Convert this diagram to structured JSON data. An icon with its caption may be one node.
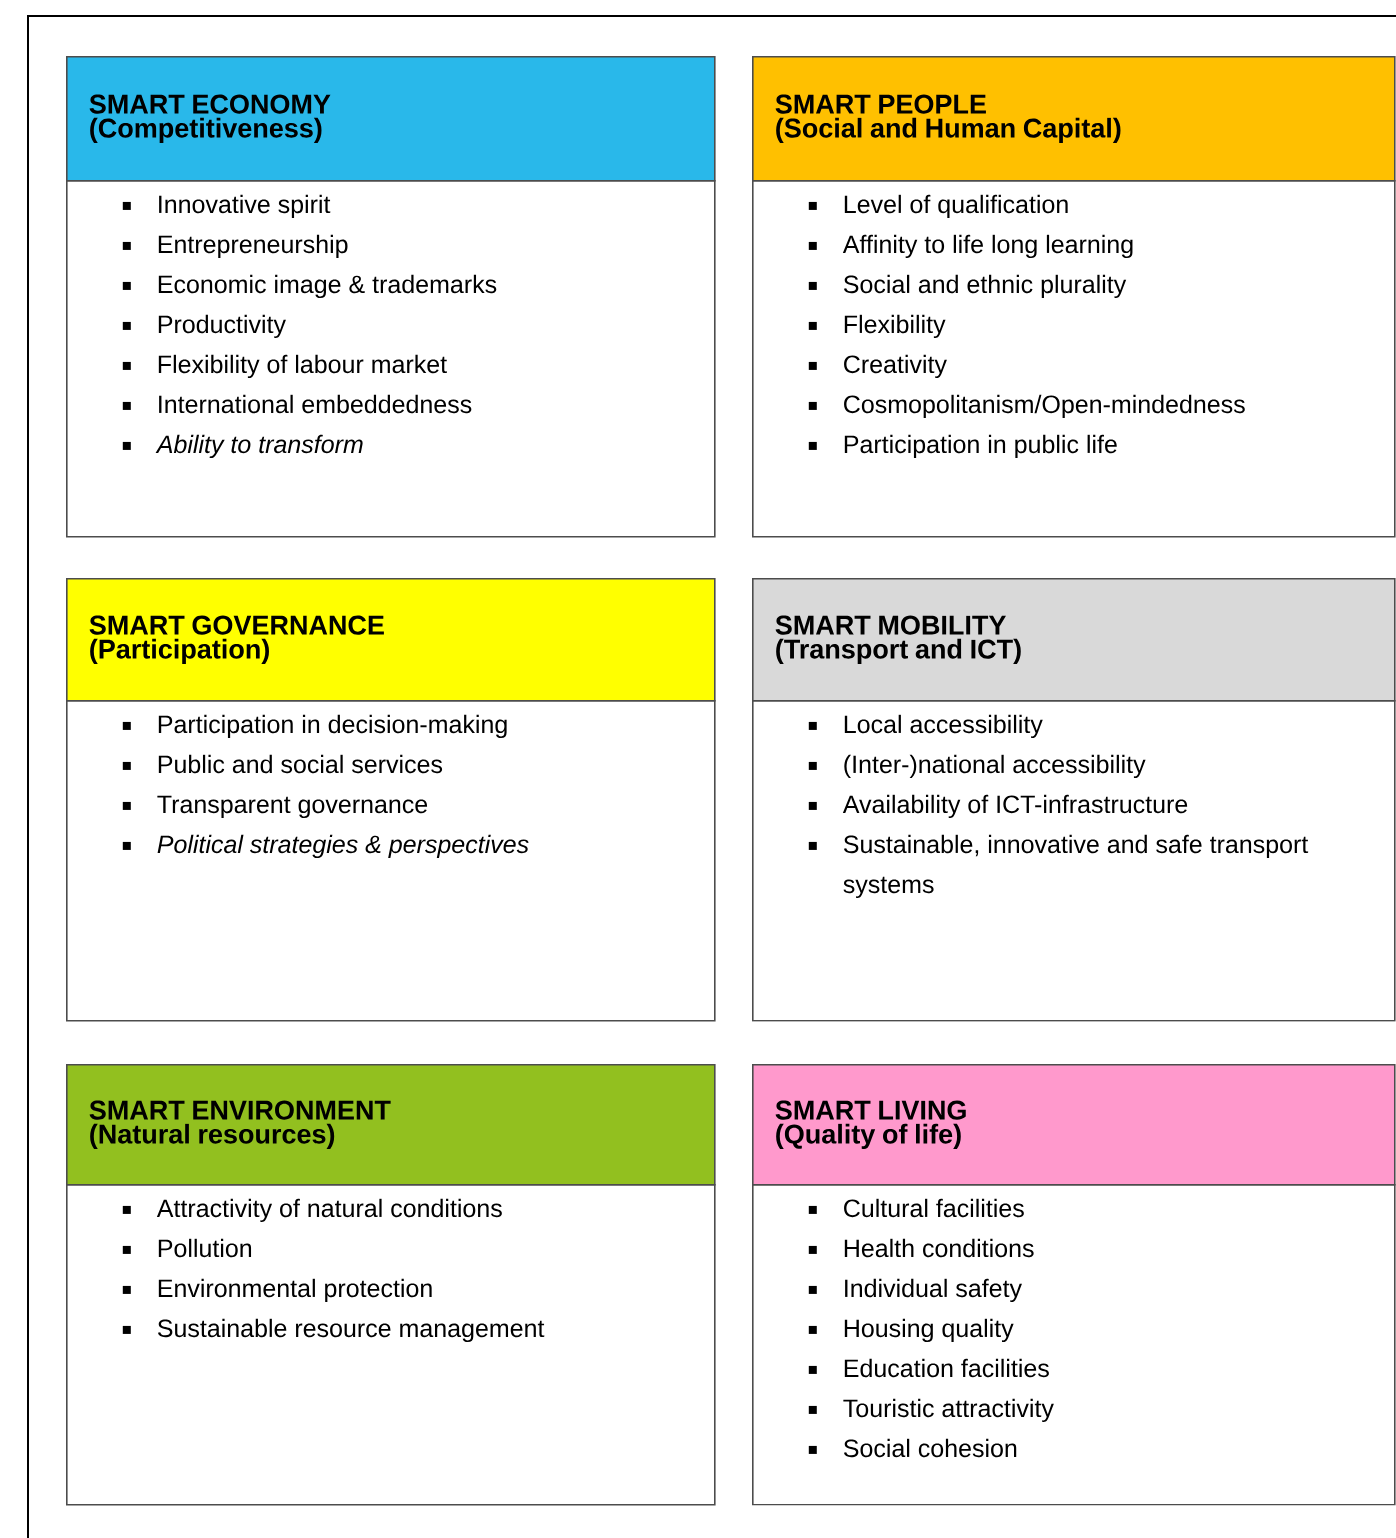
{
  "diagram": {
    "nodes": [
      {
        "text": [
          "SMART ECONOMY",
          "(Competitiveness)"
        ]
      },
      {
        "text": [
          "Innovative spirit",
          "Entrepreneurship",
          "Economic image & trademarks",
          "Productivity",
          "Flexibility of labour market",
          "International embeddedness",
          "*Ability to transform*"
        ]
      },
      {
        "text": [
          "SMART PEOPLE",
          "(Social and Human Capital)"
        ]
      },
      {
        "text": [
          "Level of qualification",
          "Affinity to life long learning",
          "Social and ethnic plurality",
          "Flexibility",
          "Creativity",
          "Cosmopolitanism/Open-mindedness",
          "Participation in public life"
        ]
      },
      {
        "text": [
          "SMART GOVERNANCE",
          "(Participation)"
        ]
      },
      {
        "text": [
          "Participation in decision-making",
          "Public and social services",
          "Transparent governance",
          "*Political strategies & perspectives*"
        ]
      },
      {
        "text": [
          "SMART MOBILITY",
          "(Transport and ICT)"
        ]
      },
      {
        "text": [
          "Local accessibility",
          "(Inter-)national accessibility",
          "Availability of ICT-infrastructure",
          "Sustainable, innovative and safe transport systems"
        ]
      },
      {
        "text": [
          "SMART ENVIRONMENT",
          "(Natural resources)"
        ]
      },
      {
        "text": [
          "Attractivity of natural conditions",
          "Pollution",
          "Environmental protection",
          "Sustainable resource management"
        ]
      },
      {
        "text": [
          "SMART LIVING",
          "(Quality of life)"
        ]
      },
      {
        "text": [
          "Cultural facilities",
          "Health conditions",
          "Individual safety",
          "Housing quality",
          "Education facilities",
          "Touristic attractivity",
          "Social cohesion"
        ]
      }
    ]
  }
}
